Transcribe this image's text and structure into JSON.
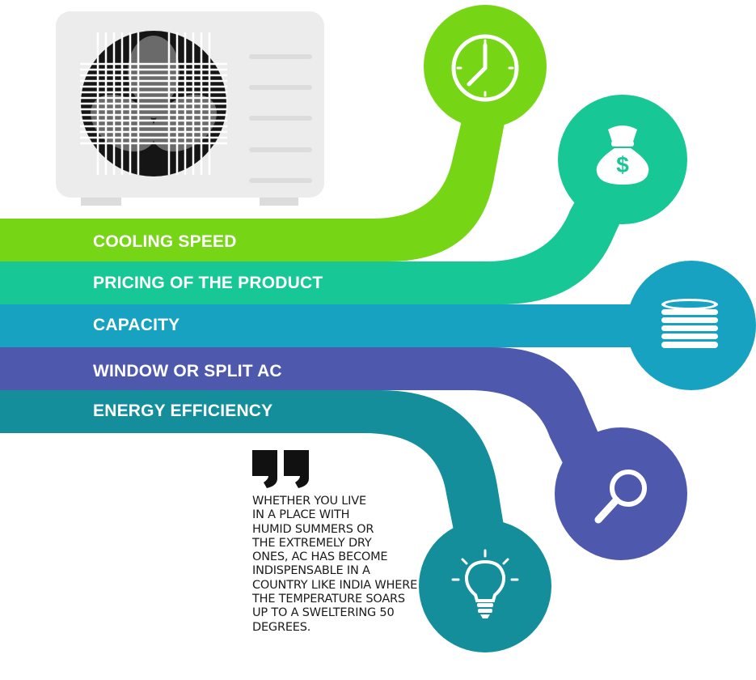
{
  "bands": [
    {
      "key": "cooling-speed",
      "label": "COOLING SPEED",
      "color": "#76d616",
      "icon": "clock-icon"
    },
    {
      "key": "pricing",
      "label": "PRICING OF THE PRODUCT",
      "color": "#17c795",
      "icon": "money-bag-icon"
    },
    {
      "key": "capacity",
      "label": "CAPACITY",
      "color": "#17a2c2",
      "icon": "coin-stack-icon"
    },
    {
      "key": "window-split",
      "label": "WINDOW OR SPLIT AC",
      "color": "#4e59ad",
      "icon": "magnifier-icon"
    },
    {
      "key": "energy",
      "label": "ENERGY EFFICIENCY",
      "color": "#148e9a",
      "icon": "lightbulb-icon"
    }
  ],
  "money_symbol": "$",
  "quote": {
    "icon": "quote-icon",
    "lines": [
      "WHETHER YOU LIVE",
      "IN A PLACE WITH",
      "HUMID SUMMERS OR",
      "THE EXTREMELY DRY",
      "ONES, AC HAS BECOME",
      "INDISPENSABLE IN A",
      "COUNTRY LIKE INDIA WHERE",
      "THE TEMPERATURE SOARS",
      "UP TO A SWELTERING 50",
      "DEGREES."
    ]
  },
  "unit_icon": "ac-outdoor-unit-icon"
}
